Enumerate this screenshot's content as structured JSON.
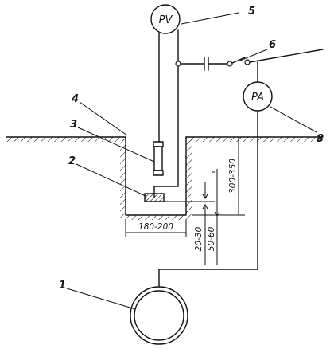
{
  "meters": {
    "voltmeter": "PV",
    "ammeter": "PA"
  },
  "callouts": [
    "1",
    "2",
    "3",
    "4",
    "5",
    "6",
    "8"
  ],
  "dimensions": {
    "pit_width": "180-200",
    "pit_depth": "300-350",
    "electrode_offset": "20-30",
    "electrode_depth": "50-60"
  }
}
